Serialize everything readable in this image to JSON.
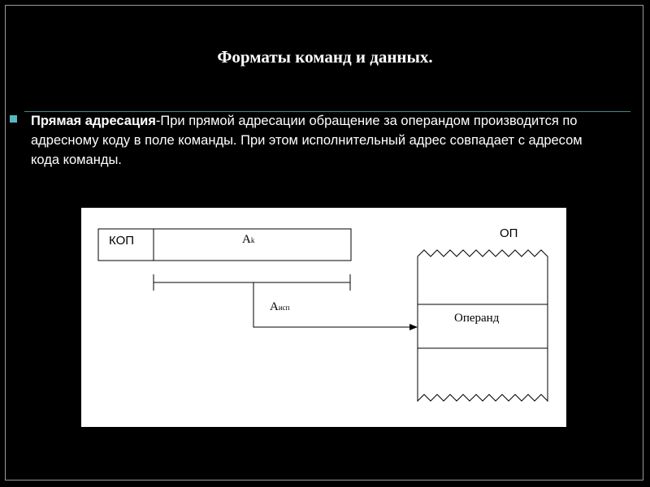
{
  "slide": {
    "title": "Форматы команд и данных.",
    "body_lead": "Прямая адресация",
    "body_sep": "-",
    "body_text": "При прямой адресации обращение за операндом производится по адресному коду в поле команды. При этом исполнительный адрес совпадает с адресом кода команды."
  },
  "diagram": {
    "kop_label": "КОП",
    "ak_main": "А",
    "ak_sub": "k",
    "aisp_main": "А",
    "aisp_sub": "исп",
    "op_label": "ОП",
    "operand_label": "Операнд"
  },
  "colors": {
    "background": "#000000",
    "text": "#ffffff",
    "bullet": "#57b8c2",
    "rule": "#3e8b8b"
  }
}
